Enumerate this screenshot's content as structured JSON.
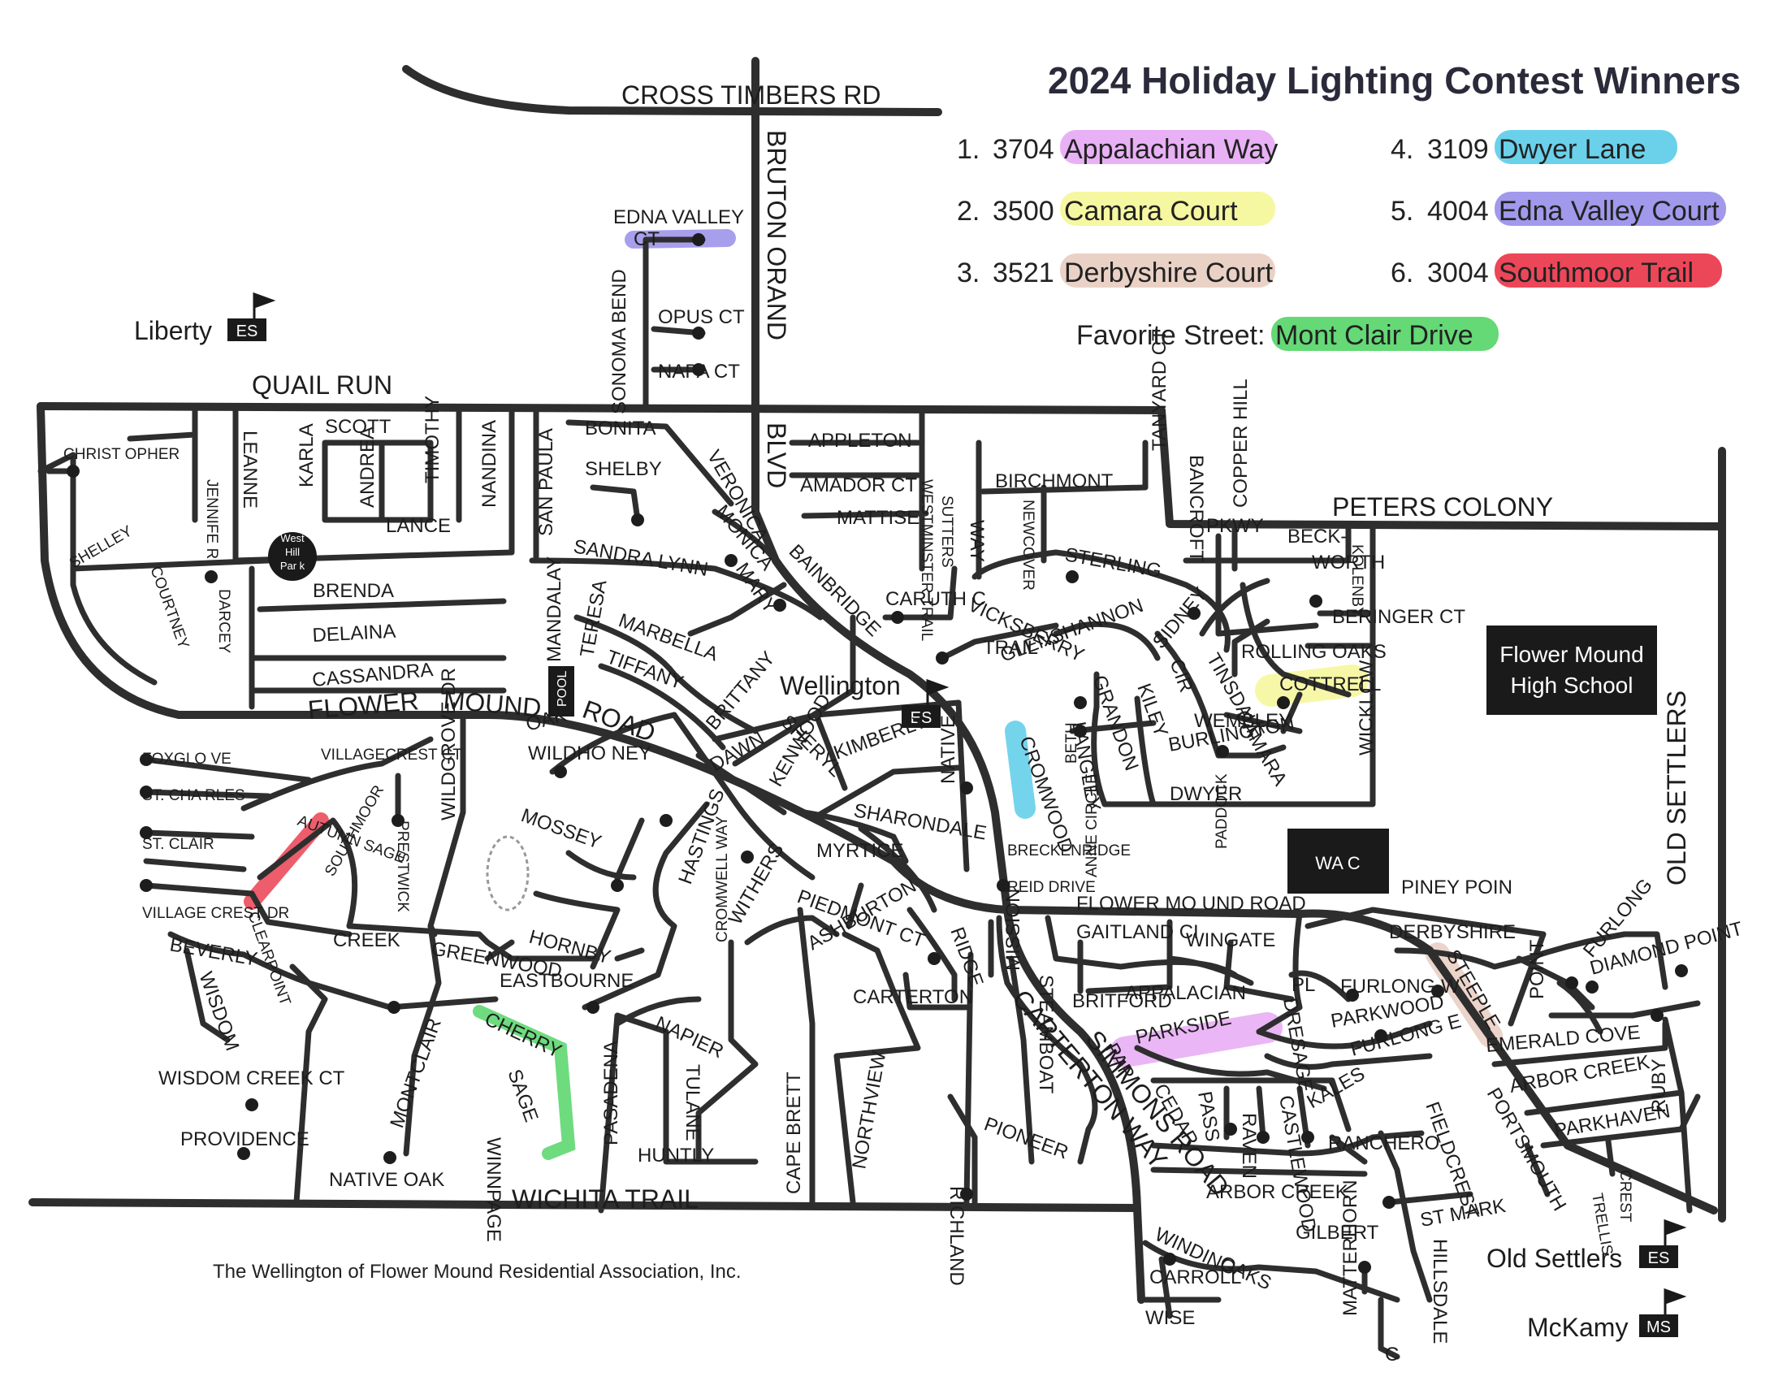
{
  "title": "2024 Holiday Lighting Contest Winners",
  "winners": [
    {
      "rank": "1.",
      "number": "3704",
      "street": "Appalachian Way",
      "color": "#e39ef2"
    },
    {
      "rank": "2.",
      "number": "3500",
      "street": "Camara Court",
      "color": "#f4f58a"
    },
    {
      "rank": "3.",
      "number": "3521",
      "street": "Derbyshire Court",
      "color": "#e5c5b8"
    },
    {
      "rank": "4.",
      "number": "3109",
      "street": "Dwyer Lane",
      "color": "#46c6e6"
    },
    {
      "rank": "5.",
      "number": "4004",
      "street": "Edna Valley Court",
      "color": "#8a7fe6"
    },
    {
      "rank": "6.",
      "number": "3004",
      "street": "Southmoor Trail",
      "color": "#e8273b"
    }
  ],
  "favorite": {
    "label": "Favorite Street:",
    "street": "Mont Clair Drive",
    "color": "#3dcf54"
  },
  "schools": {
    "liberty": {
      "name": "Liberty",
      "tag": "ES"
    },
    "wellington": {
      "name": "Wellington",
      "tag": "ES"
    },
    "old_settlers": {
      "name": "Old Settlers",
      "tag": "ES"
    },
    "mckamy": {
      "name": "McKamy",
      "tag": "MS"
    },
    "fmhs_line1": "Flower Mound",
    "fmhs_line2": "High School",
    "wac": "WA C",
    "pool": "POOL"
  },
  "park": {
    "line1": "West",
    "line2": "Hill",
    "line3": "Par k"
  },
  "footer": "The Wellington of Flower Mound Residential Association, Inc.",
  "streets": [
    "CROSS TIMBERS RD",
    "BRUTON ORAND",
    "BLVD",
    "QUAIL RUN",
    "PETERS COLONY",
    "FLOWER",
    "MOUND",
    "ROAD",
    "WICHITA TRAIL",
    "OLD SETTLERS",
    "SIMMONS ROAD",
    "CARTERTON WAY",
    "WINDING",
    "OAKS",
    "FLOWER MO UND ROAD",
    "EDNA VALLEY",
    "CT",
    "SONOMA BEND",
    "OPUS CT",
    "NAPA CT",
    "CHRIST OPHER",
    "JENNIFE R",
    "LEANNE",
    "KARLA",
    "SCOTT",
    "ANDREA",
    "TIMOTHY",
    "NANDINA",
    "LANCE",
    "SAN PAULA",
    "BONITA",
    "SHELBY",
    "VERONICA",
    "MONICA",
    "SHELLEY",
    "COURTNEY",
    "DARCEY",
    "BRENDA",
    "DELAINA",
    "CASSANDRA",
    "SANDRA LYNN",
    "MARY",
    "MARBELLA",
    "TIFFANY",
    "BRITTANY",
    "MANDALAY",
    "TERESA",
    "APPLETON",
    "AMADOR CT",
    "MATTISE",
    "BAINBRIDGE",
    "CARUTH C",
    "WESTMINSTER TRAIL",
    "WAY",
    "BIRCHMONT",
    "SUTTERS",
    "NEWCOVER",
    "TANYARD CT",
    "STERLING",
    "BANCROFT",
    "PKWY",
    "COPPER HILL",
    "BECK-",
    "WORTH",
    "KOLENBY",
    "BERINGER CT",
    "ROLLING OAKS",
    "VICKSBERRY",
    "TRAIL",
    "GLENSHANNON",
    "LANGLEY",
    "GRANDON",
    "KILEY",
    "SIDNEY",
    "CIR",
    "WEMBLEY",
    "TINSDALE",
    "CAMARA",
    "COTTRELL",
    "WICKLOW",
    "BURLINGTON",
    "DWYER",
    "CROMWOOD",
    "BETH",
    "DAWN",
    "SHERYL",
    "KENWOOD",
    "KIMBERLY",
    "SHARONDALE",
    "MYRTICE",
    "NATIVE",
    "OAK",
    "WILDHO NEY",
    "FOXGLO VE",
    "ST. CHA RLES",
    "ST. CLAIR",
    "VILLAGE CREST DR",
    "VILLAGECREST CT",
    "PRESTWICK",
    "AUTUMN SAGE",
    "SOUTHMOOR",
    "CLEARPOINT",
    "WILDGROVE DR",
    "BEVERLY",
    "WISDOM",
    "CREEK",
    "GREENWOOD",
    "MOSSEY",
    "HORNBY",
    "HASTINGS",
    "WITHERS",
    "PIEDMONT CT",
    "EASTBOURNE",
    "CROMWELL WAY",
    "ASHBURTON",
    "CARTERTON",
    "RIDGE",
    "MISSION",
    "STEAMBOAT",
    "BRECKENRIDGE",
    "ANNE CIRCLE",
    "REID DRIVE",
    "PADDOCK",
    "GAITLAND CI",
    "WINGATE",
    "BRITFORD",
    "APPALACIAN",
    "PARKSIDE",
    "PL",
    "FURLONG W",
    "DRESAGE",
    "PARKWOOD",
    "FURLONG E",
    "PINEY POIN",
    "DERBYSHIRE",
    "STEEPLE",
    "POINT",
    "FURLONG",
    "DIAMOND POINT",
    "EMERALD COVE",
    "ARBOR CREEK",
    "PARKHAVEN",
    "RUBY",
    "CREST",
    "TRELLIS",
    "PORTSMOUTH",
    "WISDOM CREEK CT",
    "PROVIDENCE",
    "NATIVE OAK",
    "MONTCLAIR",
    "CHERRY",
    "SAGE",
    "WINNPAGE",
    "NAPIER",
    "TULANE",
    "HUNTLY",
    "PASADENA",
    "CAPE BRETT",
    "NORTHVIEW",
    "RICHLAND",
    "PIONEER",
    "PAR",
    "CEDAR",
    "PASS",
    "RAVEN",
    "CASTLEWOOD",
    "KALES",
    "RANCHERO",
    "FIELDCREST",
    "ARBOR CREEK",
    "ST MARK",
    "GILBERT",
    "CARROLL",
    "MATTERHORN",
    "HILLSDALE",
    "WISE",
    "C"
  ]
}
